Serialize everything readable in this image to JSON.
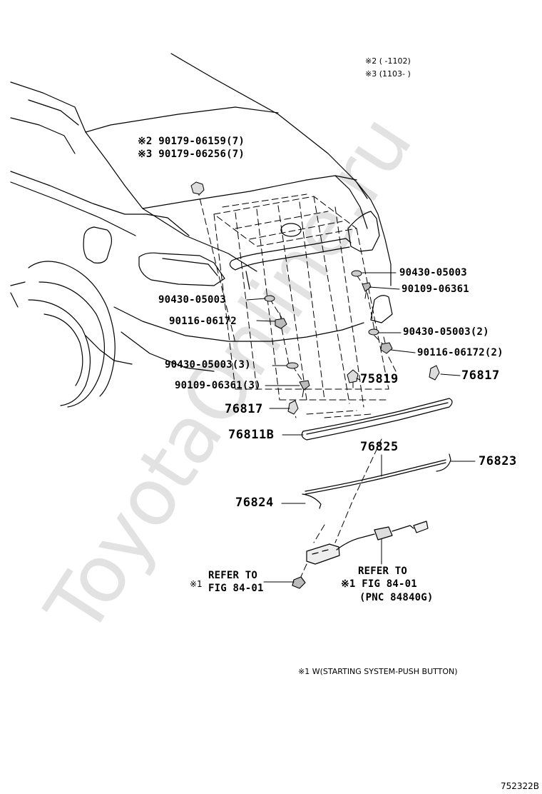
{
  "watermark": "ToyotaOnline.ru",
  "notes": {
    "variant_2": "※2 (      -1102)",
    "variant_3": "※3 (1103-      )",
    "footnote": "※1 W(STARTING SYSTEM-PUSH BUTTON)"
  },
  "parts": {
    "clip_a": "※2 90179-06159(7)",
    "clip_b": "※3 90179-06256(7)",
    "washer_right_top": "90430-05003",
    "screw_right_top": "90109-06361",
    "washer_left_top": "90430-05003",
    "bolt_left": "90116-06172",
    "washer_right_mid": "90430-05003(2)",
    "bolt_right": "90116-06172(2)",
    "washer_left_mid": "90430-05003(3)",
    "screw_left_mid": "90109-06361(3)",
    "clip_center": "75819",
    "retainer_right": "76817",
    "retainer_left": "76817",
    "garnish_main": "76811B",
    "moulding_center": "76825",
    "moulding_right": "76823",
    "moulding_left": "76824"
  },
  "refs": {
    "left": {
      "mark": "※1",
      "line1": "REFER TO",
      "line2": "FIG 84-01"
    },
    "right": {
      "line1": "REFER TO",
      "line2": "※1 FIG 84-01",
      "line3": "(PNC 84840G)"
    }
  },
  "diagram_code": "752322B"
}
